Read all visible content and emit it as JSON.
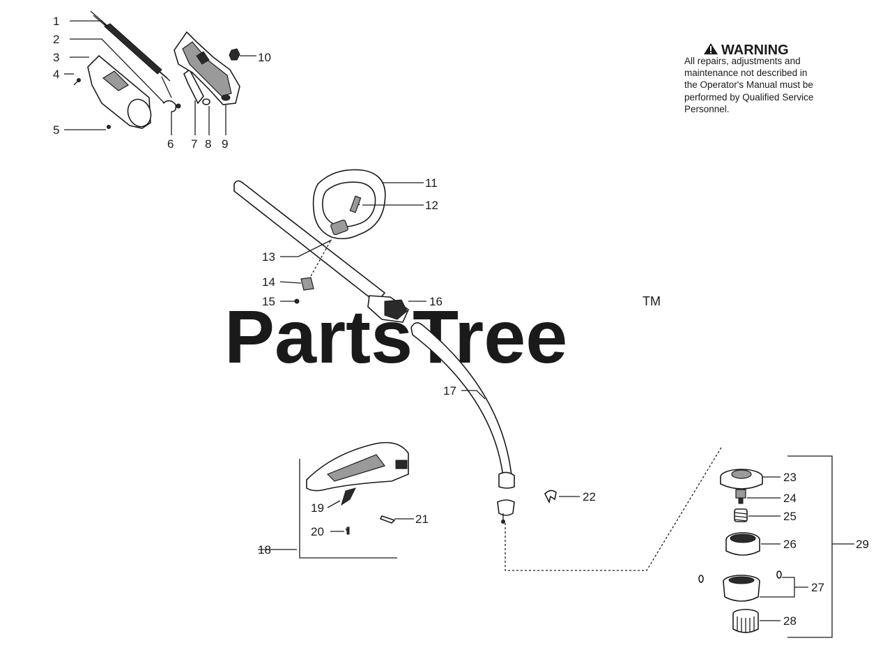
{
  "warning": {
    "icon": "warning-triangle-icon",
    "title": "WARNING",
    "lines": [
      "All repairs, adjustments and",
      "maintenance not described in",
      "the Operator's Manual must be",
      "performed by Qualified Service",
      "Personnel."
    ]
  },
  "watermark": {
    "text": "PartsTree",
    "trademark": "TM"
  },
  "callouts": {
    "p1": "1",
    "p2": "2",
    "p3": "3",
    "p4": "4",
    "p5": "5",
    "p6": "6",
    "p7": "7",
    "p8": "8",
    "p9": "9",
    "p10": "10",
    "p11": "11",
    "p12": "12",
    "p13": "13",
    "p14": "14",
    "p15": "15",
    "p16": "16",
    "p17": "17",
    "p18": "18",
    "p19": "19",
    "p20": "20",
    "p21": "21",
    "p22": "22",
    "p23": "23",
    "p24": "24",
    "p25": "25",
    "p26": "26",
    "p27": "27",
    "p28": "28",
    "p29": "29"
  }
}
